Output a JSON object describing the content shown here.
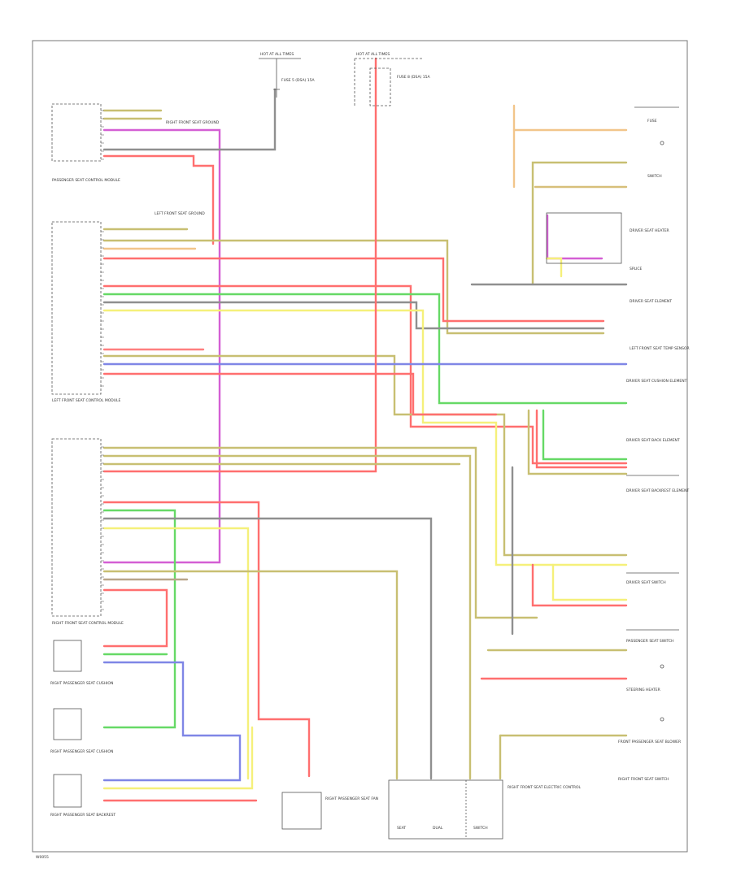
{
  "wire_colors": {
    "red": "#ff6f6f",
    "pink": "#ff7f7f",
    "green": "#66d966",
    "yellow": "#f5f07a",
    "olive": "#c8bf72",
    "orange": "#f2c58a",
    "brown": "#b9a58a",
    "gray": "#8f8f8f",
    "blue": "#7f86e6",
    "violet": "#d45fd4",
    "tan": "#d7bf7a"
  },
  "labels": {
    "page_code": "W0055",
    "fuse_box_a": "HOT AT ALL TIMES",
    "fuse_box_b": "HOT AT ALL TIMES",
    "fuse_a": "FUSE 5 (DSA) 15A",
    "fuse_b": "FUSE 8 (DSA) 15A",
    "ground_1": "RIGHT FRONT SEAT GROUND",
    "ground_2": "LEFT FRONT SEAT GROUND",
    "module_left_top": "PASSENGER SEAT CONTROL MODULE",
    "module_left_mid": "LEFT FRONT SEAT CONTROL MODULE",
    "module_left_low": "RIGHT FRONT SEAT CONTROL MODULE",
    "r_fuse": "FUSE",
    "r_switch": "SWITCH",
    "r_driver_seat_heater": "DRIVER SEAT HEATER",
    "r_splice": "SPLICE",
    "r_driver_seat_element": "DRIVER SEAT ELEMENT",
    "r_left_front_seat_temp": "LEFT FRONT SEAT TEMP SENSOR",
    "r_driver_seat_cushion": "DRIVER SEAT CUSHION ELEMENT",
    "r_driver_seat_back": "DRIVER SEAT BACK ELEMENT",
    "r_driver_backrest": "DRIVER SEAT BACKREST ELEMENT",
    "r_driver_seat_switch": "DRIVER SEAT SWITCH",
    "r_pass_seat_switch": "PASSENGER SEAT SWITCH",
    "r_steering_heater": "STEERING HEATER",
    "r_front_pass_blower": "FRONT PASSENGER SEAT BLOWER",
    "b_left_cushion": "RIGHT PASSENGER SEAT CUSHION",
    "b_right_cushion": "RIGHT PASSENGER SEAT CUSHION",
    "b_backrest": "RIGHT PASSENGER SEAT BACKREST",
    "b_seat_fan": "RIGHT PASSENGER SEAT FAN",
    "b_control_box": "RIGHT FRONT SEAT ELECTRIC CONTROL",
    "box_a": "SEAT",
    "box_b": "DUAL",
    "box_c": "SWITCH",
    "bottom_right": "RIGHT FRONT SEAT SWITCH"
  }
}
